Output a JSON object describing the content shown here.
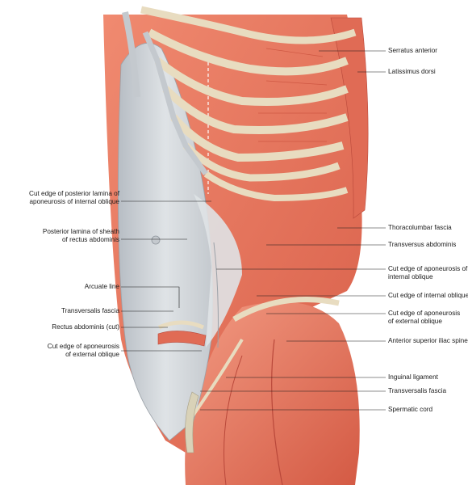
{
  "figure": {
    "labels_left": [
      {
        "id": "posterior-lamina-cut",
        "line1": "Cut edge of posterior lamina of",
        "line2": "aponeurosis of internal oblique"
      },
      {
        "id": "posterior-lamina-sheath",
        "line1": "Posterior lamina of sheath",
        "line2": "of rectus abdominis"
      },
      {
        "id": "arcuate-line",
        "line1": "Arcuate line",
        "line2": ""
      },
      {
        "id": "transversalis-fascia-left",
        "line1": "Transversalis fascia",
        "line2": ""
      },
      {
        "id": "rectus-abdominis-cut",
        "line1": "Rectus abdominis (cut)",
        "line2": ""
      },
      {
        "id": "external-oblique-cut-left",
        "line1": "Cut edge of aponeurosis",
        "line2": "of external oblique"
      }
    ],
    "labels_right": [
      {
        "id": "serratus-anterior",
        "line1": "Serratus anterior",
        "line2": ""
      },
      {
        "id": "latissimus-dorsi",
        "line1": "Latissimus dorsi",
        "line2": ""
      },
      {
        "id": "thoracolumbar-fascia",
        "line1": "Thoracolumbar fascia",
        "line2": ""
      },
      {
        "id": "transversus-abdominis",
        "line1": "Transversus abdominis",
        "line2": ""
      },
      {
        "id": "internal-oblique-aponeurosis-cut",
        "line1": "Cut edge of aponeurosis of",
        "line2": "internal oblique"
      },
      {
        "id": "internal-oblique-cut",
        "line1": "Cut edge of internal oblique",
        "line2": ""
      },
      {
        "id": "external-oblique-aponeurosis-cut",
        "line1": "Cut edge of aponeurosis",
        "line2": "of external oblique"
      },
      {
        "id": "anterior-superior-iliac-spine",
        "line1": "Anterior superior iliac spine",
        "line2": ""
      },
      {
        "id": "inguinal-ligament",
        "line1": "Inguinal ligament",
        "line2": ""
      },
      {
        "id": "transversalis-fascia-right",
        "line1": "Transversalis fascia",
        "line2": ""
      },
      {
        "id": "spermatic-cord",
        "line1": "Spermatic cord",
        "line2": ""
      }
    ],
    "colors": {
      "muscle": "#e8755e",
      "muscle_dark": "#c9503c",
      "muscle_light": "#f29a82",
      "fascia": "#c7ccd1",
      "fascia_light": "#e3e6e9",
      "rib": "#e8dcc0",
      "cartilage": "#d9d2b8"
    }
  }
}
